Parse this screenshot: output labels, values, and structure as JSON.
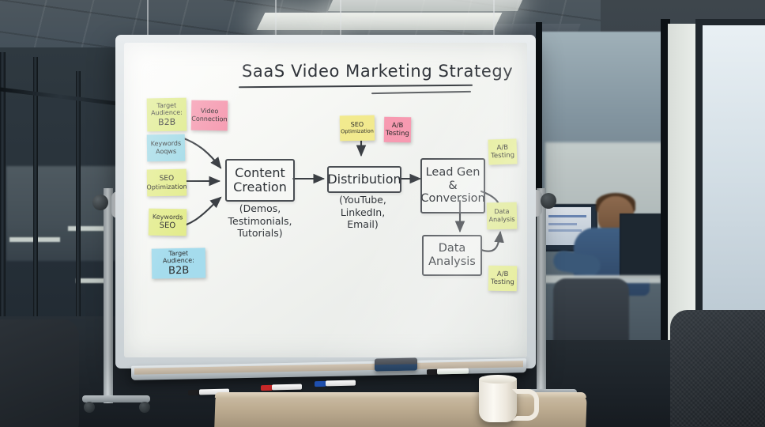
{
  "scene": {
    "setting": "office-meeting-room",
    "whiteboard": {
      "title": "SaaS Video Marketing Strategy",
      "nodes": [
        {
          "id": "content-creation",
          "label": "Content\nCreation",
          "sub": "(Demos,\nTestimonials,\nTutorials)"
        },
        {
          "id": "distribution",
          "label": "Distribution",
          "sub": "(YouTube,\nLinkedIn,\nEmail)"
        },
        {
          "id": "lead-gen",
          "label": "Lead Gen\n&\nConversion",
          "sub": ""
        },
        {
          "id": "data-analysis",
          "label": "Data\nAnalysis",
          "sub": ""
        }
      ],
      "sticky_notes": [
        {
          "id": "note-target-audience-top",
          "line1": "Target",
          "line2": "Audience:",
          "line3": "B2B",
          "color": "#ddea86"
        },
        {
          "id": "note-video-connection",
          "line1": "Video",
          "line2": "Connection",
          "line3": "",
          "color": "#f59ab0"
        },
        {
          "id": "note-keywords-aoqws",
          "line1": "Keywords",
          "line2": "Aoqws",
          "line3": "",
          "color": "#9fd9e6"
        },
        {
          "id": "note-seo-optimization-left",
          "line1": "SEO",
          "line2": "Optimization",
          "line3": "",
          "color": "#e3ec8d"
        },
        {
          "id": "note-keywords-seo",
          "line1": "Keywords",
          "line2": "SEO",
          "line3": "",
          "color": "#e3ec8d"
        },
        {
          "id": "note-target-audience-bottom",
          "line1": "Target Audience:",
          "line2": "B2B",
          "line3": "",
          "color": "#a5dced"
        },
        {
          "id": "note-seo-optimization-top",
          "line1": "SEO",
          "line2": "Optimization",
          "line3": "",
          "color": "#f2ea8e"
        },
        {
          "id": "note-ab-testing-top",
          "line1": "A/B",
          "line2": "Testing",
          "line3": "",
          "color": "#f79ab1"
        },
        {
          "id": "note-ab-testing-right",
          "line1": "A/B",
          "line2": "Testing",
          "line3": "",
          "color": "#e4ec96"
        },
        {
          "id": "note-data-analysis-right",
          "line1": "Data",
          "line2": "Analysis",
          "line3": "",
          "color": "#dfe894"
        },
        {
          "id": "note-ab-testing-bottom",
          "line1": "A/B",
          "line2": "Testing",
          "line3": "",
          "color": "#e4ec96"
        }
      ],
      "tray_items": [
        {
          "id": "marker-black-left",
          "color": "#1d1d1f"
        },
        {
          "id": "marker-red",
          "color": "#c62828"
        },
        {
          "id": "marker-blue",
          "color": "#1e4fae"
        },
        {
          "id": "marker-green",
          "color": "#1f7a3c"
        },
        {
          "id": "eraser",
          "color": "#2f4a6b"
        }
      ]
    },
    "objects": [
      {
        "id": "coffee-mug",
        "label": "white ceramic mug"
      },
      {
        "id": "meeting-table",
        "label": "wood meeting table"
      },
      {
        "id": "office-chair-foreground",
        "label": "black mesh office chair"
      },
      {
        "id": "glass-partition",
        "label": "glass office partition"
      },
      {
        "id": "person-at-desk",
        "label": "person working at computer"
      },
      {
        "id": "window",
        "label": "daylight window"
      }
    ]
  },
  "colors": {
    "board_surface": "#f7f8f5",
    "board_frame": "#d8dee1",
    "ink": "#2e3236",
    "yellow_note": "#e3ec8d",
    "pink_note": "#f59ab0",
    "blue_note": "#9fd9e6"
  }
}
